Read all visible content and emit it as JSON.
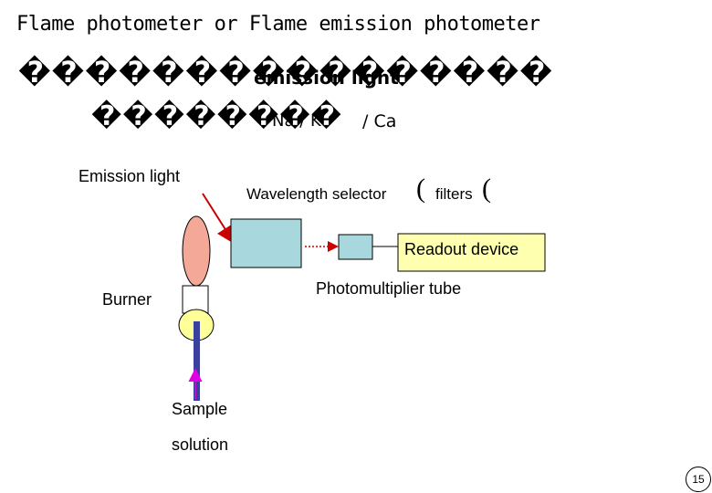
{
  "title": "Flame photometer or Flame emission photometer",
  "line1": {
    "garbled_text": "����������������",
    "overlay": "emission light"
  },
  "line2": {
    "garbled_text": "��������",
    "overlay": "Na  /  K",
    "suffix": "/  Ca"
  },
  "diagram": {
    "emission_light_label": "Emission light",
    "wavelength_selector_label": "Wavelength selector",
    "filters_label": "filters",
    "open_paren_1": "(",
    "open_paren_2": "(",
    "readout_label": "Readout device",
    "photomultiplier_label": "Photomultiplier tube",
    "burner_label": "Burner",
    "sample_label": "Sample",
    "solution_label": "solution",
    "colors": {
      "flame": "#f4a998",
      "filter_box": "#a8d8dd",
      "readout_box": "#ffffb0",
      "burner_ring": "#ffff99",
      "burner_stem": "#3b3f9e",
      "arrow_red": "#cc0000",
      "arrow_magenta": "#e000e0",
      "dotted_red": "#cc0000"
    }
  },
  "page_number": "15"
}
